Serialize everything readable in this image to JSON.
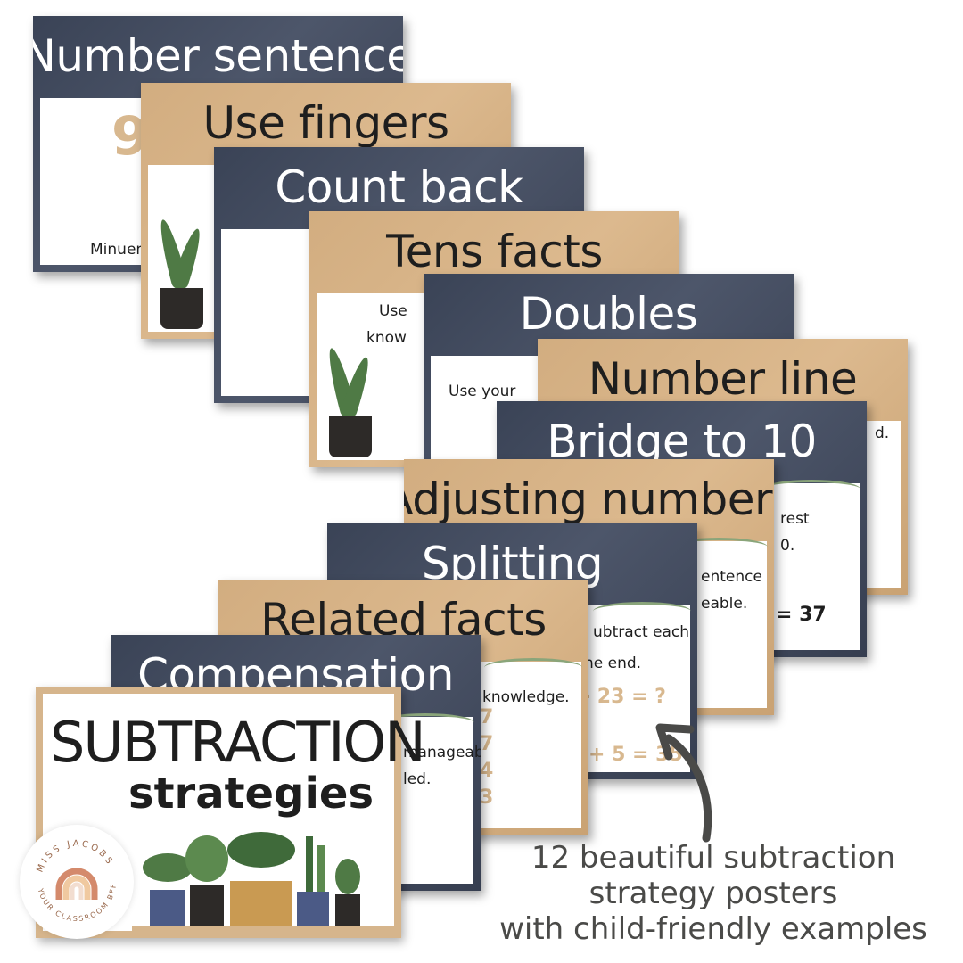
{
  "posters": [
    {
      "title": "Number sentence",
      "theme": "navy",
      "fragments": [
        "9",
        "Minuen"
      ]
    },
    {
      "title": "Use fingers",
      "theme": "kraft",
      "fragments": []
    },
    {
      "title": "Count back",
      "theme": "navy",
      "fragments": []
    },
    {
      "title": "Tens facts",
      "theme": "kraft",
      "fragments": [
        "Use",
        "know"
      ]
    },
    {
      "title": "Doubles",
      "theme": "navy",
      "fragments": [
        "Use your"
      ]
    },
    {
      "title": "Number line",
      "theme": "kraft",
      "fragments": [
        "d."
      ]
    },
    {
      "title": "Bridge to 10",
      "theme": "navy",
      "fragments": [
        "rest",
        "0.",
        "= 37"
      ]
    },
    {
      "title": "Adjusting numbers",
      "theme": "kraft",
      "fragments": [
        "entence",
        "eable."
      ]
    },
    {
      "title": "Splitting",
      "theme": "navy",
      "fragments": [
        "ubtract each",
        "he end.",
        "- 23 = ?",
        "+ 5 = 35"
      ]
    },
    {
      "title": "Related facts",
      "theme": "kraft",
      "fragments": [
        "knowledge.",
        "7",
        "7",
        "4",
        "3"
      ]
    },
    {
      "title": "Compensation",
      "theme": "navy",
      "fragments": [
        "manageable,",
        "led."
      ]
    }
  ],
  "cover": {
    "line1": "SUBTRACTION",
    "line2": "strategies"
  },
  "caption": [
    "12 beautiful subtraction",
    "strategy posters",
    "with child-friendly examples"
  ],
  "logo": {
    "top": "MISS JACOBS",
    "bottom": "YOUR CLASSROOM BFF"
  },
  "colors": {
    "navy": "#414a5e",
    "kraft": "#d6b58c",
    "text": "#1e1e1e",
    "accent_number": "#d8b88f",
    "caption": "#4a4a48"
  }
}
